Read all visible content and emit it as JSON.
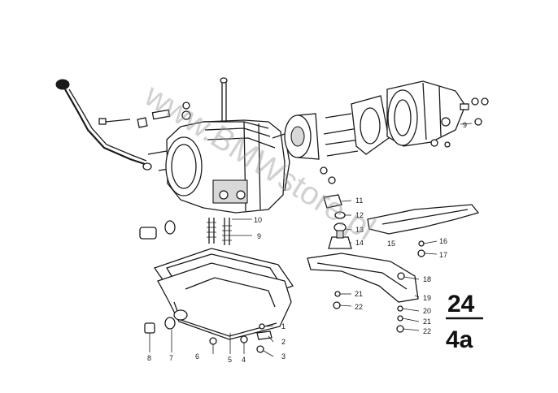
{
  "watermark": "www.BMWstore.pl",
  "group": {
    "main": "24",
    "sub": "4a"
  },
  "callouts": {
    "c1": "1",
    "c2": "2",
    "c3": "3",
    "c4": "4",
    "c5": "5",
    "c6": "6",
    "c7": "7",
    "c8": "8",
    "c9": "9",
    "c10": "10",
    "c11": "11",
    "c12": "12",
    "c13": "13",
    "c14": "14",
    "c15": "15",
    "c16": "16",
    "c17": "17",
    "c18": "18",
    "c19": "19",
    "c20": "20",
    "c21a": "21",
    "c21b": "21",
    "c22a": "22",
    "c22b": "22",
    "c9b": "9"
  }
}
